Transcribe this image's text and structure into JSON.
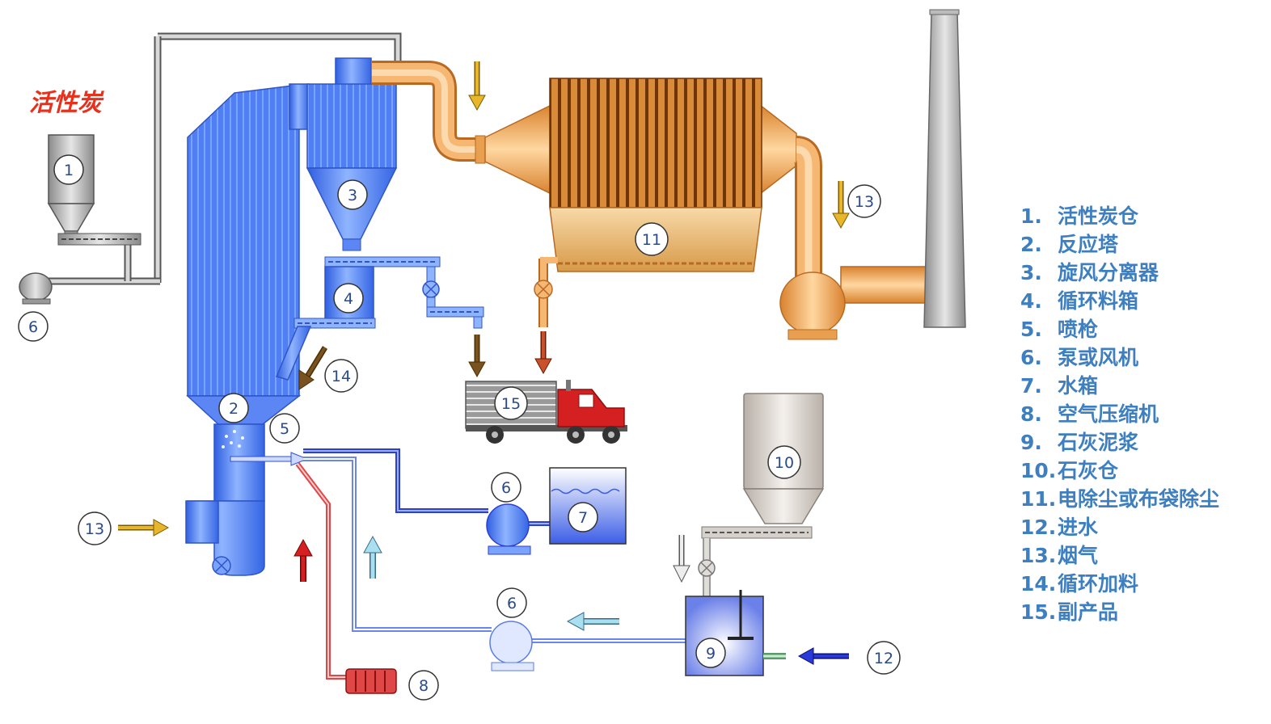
{
  "title": "活性炭",
  "callouts": {
    "c1": "1",
    "c2": "2",
    "c3": "3",
    "c4": "4",
    "c5": "5",
    "c6a": "6",
    "c6b": "6",
    "c6c": "6",
    "c7": "7",
    "c8": "8",
    "c9": "9",
    "c10": "10",
    "c11": "11",
    "c12": "12",
    "c13a": "13",
    "c13b": "13",
    "c14": "14",
    "c15": "15"
  },
  "legend": [
    {
      "num": "1.",
      "label": "活性炭仓"
    },
    {
      "num": "2.",
      "label": "反应塔"
    },
    {
      "num": "3.",
      "label": "旋风分离器"
    },
    {
      "num": "4.",
      "label": "循环料箱"
    },
    {
      "num": "5.",
      "label": "喷枪"
    },
    {
      "num": "6.",
      "label": "泵或风机"
    },
    {
      "num": "7.",
      "label": "水箱"
    },
    {
      "num": "8.",
      "label": "空气压缩机"
    },
    {
      "num": "9.",
      "label": "石灰泥浆"
    },
    {
      "num": "10.",
      "label": "石灰仓"
    },
    {
      "num": "11.",
      "label": "电除尘或布袋除尘"
    },
    {
      "num": "12.",
      "label": "进水"
    },
    {
      "num": "13.",
      "label": "烟气"
    },
    {
      "num": "14.",
      "label": "循环加料"
    },
    {
      "num": "15.",
      "label": "副产品"
    }
  ],
  "colors": {
    "tower_blue": "#4a7df0",
    "flue_orange": "#e8a050",
    "filter_brown": "#8a4a12",
    "silo_gray": "#a8a8a8",
    "legend_blue": "#3e7fbf",
    "title_red": "#e8301c",
    "truck_red": "#d42020"
  }
}
